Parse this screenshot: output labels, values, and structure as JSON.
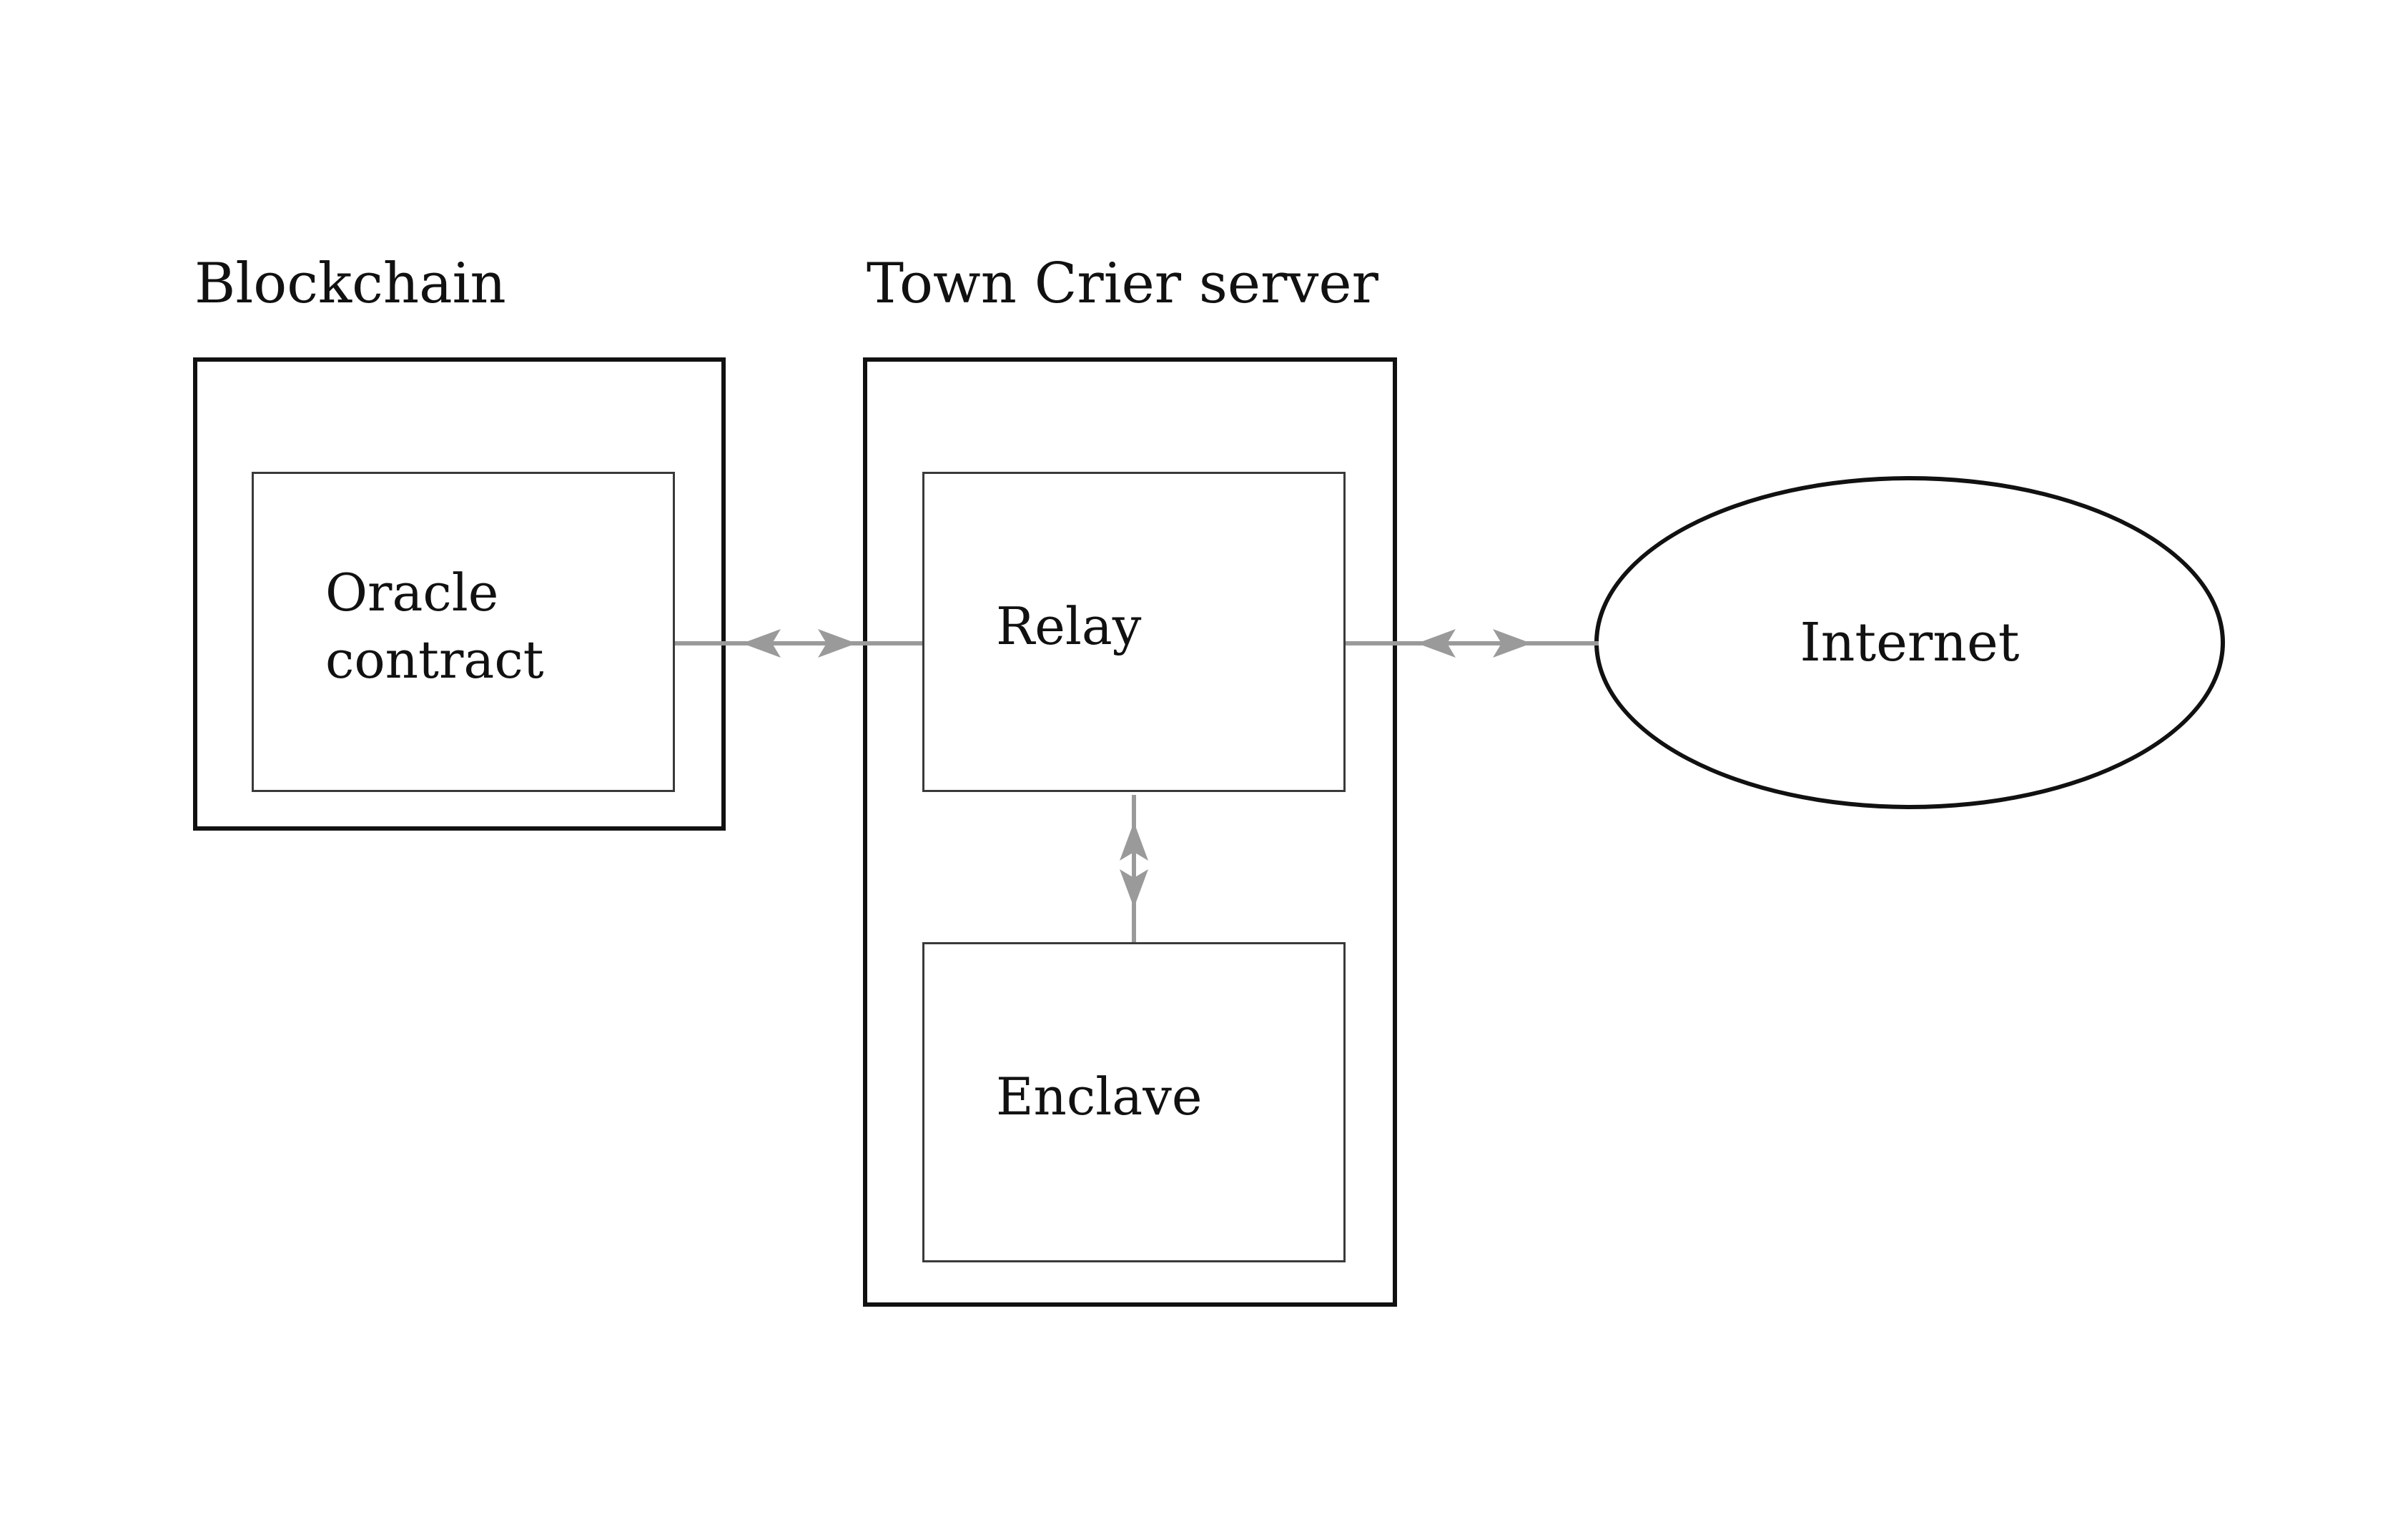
{
  "blockchain": {
    "heading": "Blockchain",
    "oracle_contract": {
      "line1": "Oracle",
      "line2": "contract"
    }
  },
  "server": {
    "heading": "Town Crier server",
    "relay": {
      "label": "Relay"
    },
    "enclave": {
      "label": "Enclave"
    }
  },
  "internet": {
    "label": "Internet"
  },
  "colors": {
    "outline": "#111111",
    "inner_outline": "#3a3a3a",
    "connector": "#9a9a9a"
  },
  "connectors": [
    {
      "from": "oracle-contract",
      "to": "relay",
      "direction": "bidirectional"
    },
    {
      "from": "relay",
      "to": "internet",
      "direction": "bidirectional"
    },
    {
      "from": "relay",
      "to": "enclave",
      "direction": "bidirectional"
    }
  ]
}
